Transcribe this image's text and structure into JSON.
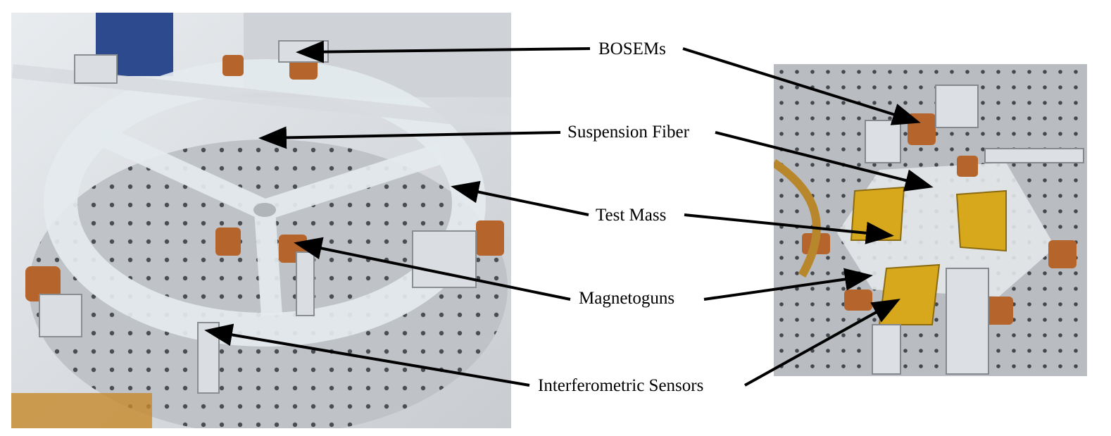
{
  "labels": {
    "bosems": "BOSEMs",
    "suspension_fiber": "Suspension Fiber",
    "test_mass": "Test Mass",
    "magnetoguns": "Magnetoguns",
    "interferometric_sensors": "Interferometric Sensors"
  },
  "colors": {
    "background": "#ffffff",
    "text": "#000000",
    "arrow": "#000000",
    "optical_table": "#b9bcc0",
    "acrylic_ring": "#dfe6ea",
    "copper_coil": "#b5652b",
    "gold_mirror": "#d8a81c"
  }
}
